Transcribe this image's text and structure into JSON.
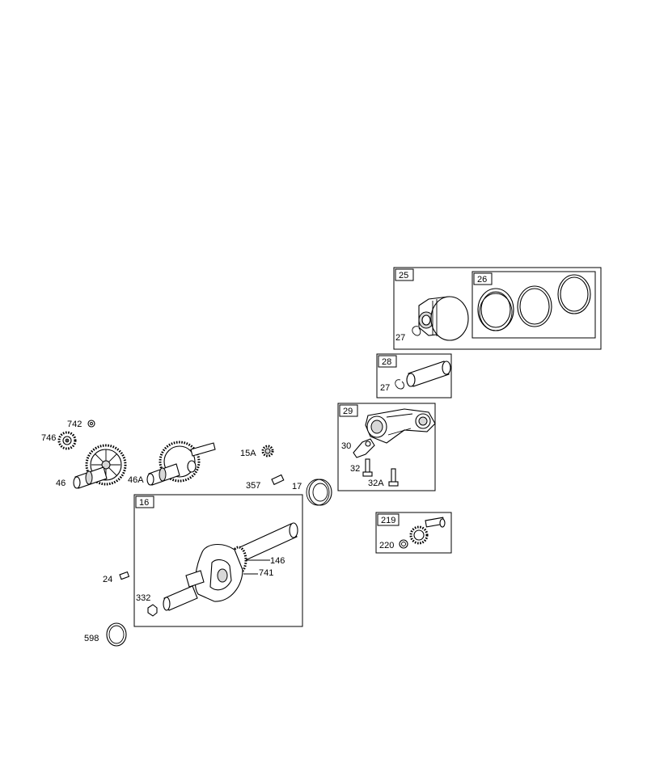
{
  "diagram": {
    "boxes": {
      "piston_assembly": "25",
      "ring_set": "26",
      "piston_pin": "28",
      "connecting_rod": "29",
      "crankshaft": "16",
      "gear_kit": "219"
    },
    "labels": {
      "clip_in_25": "27",
      "clip_in_28": "27",
      "rod_cap": "30",
      "rod_bolt": "32",
      "rod_bolt_alt": "32A",
      "governor_gear": "746",
      "washer": "742",
      "camshaft": "46",
      "camshaft_alt": "46A",
      "key_15a": "15A",
      "key_357": "357",
      "seal": "17",
      "crank_gear": "146",
      "crank_key": "741",
      "dowel": "24",
      "plug": "332",
      "gasket": "598",
      "gear_washer": "220"
    }
  }
}
